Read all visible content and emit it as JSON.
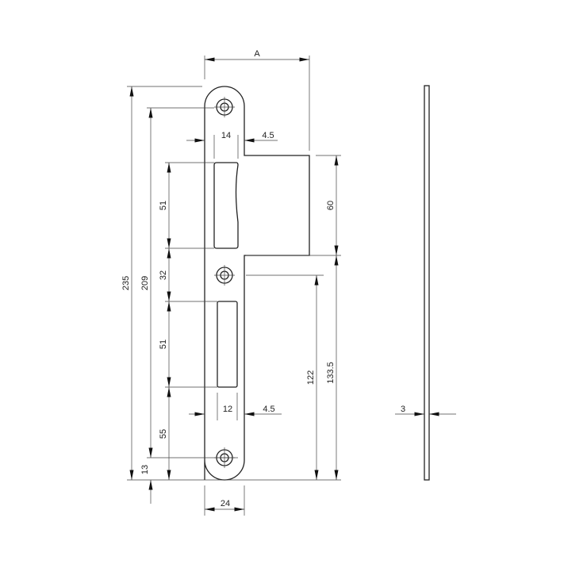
{
  "drawing": {
    "title": "Strike plate dimensional drawing",
    "dimensions": {
      "width_a": "A",
      "upper_slot_width": "14",
      "upper_edge_offset": "4.5",
      "upper_slot_height": "51",
      "tab_height": "60",
      "slot_gap": "32",
      "lower_slot_height": "51",
      "lower_slot_width": "12",
      "lower_edge_offset": "4.5",
      "bottom_to_slot": "55",
      "total_length": "235",
      "hole_spacing": "209",
      "bottom_hole_offset": "13",
      "middle_hole_height": "122",
      "tab_bottom_height": "133.5",
      "plate_width": "24",
      "thickness": "3"
    }
  }
}
